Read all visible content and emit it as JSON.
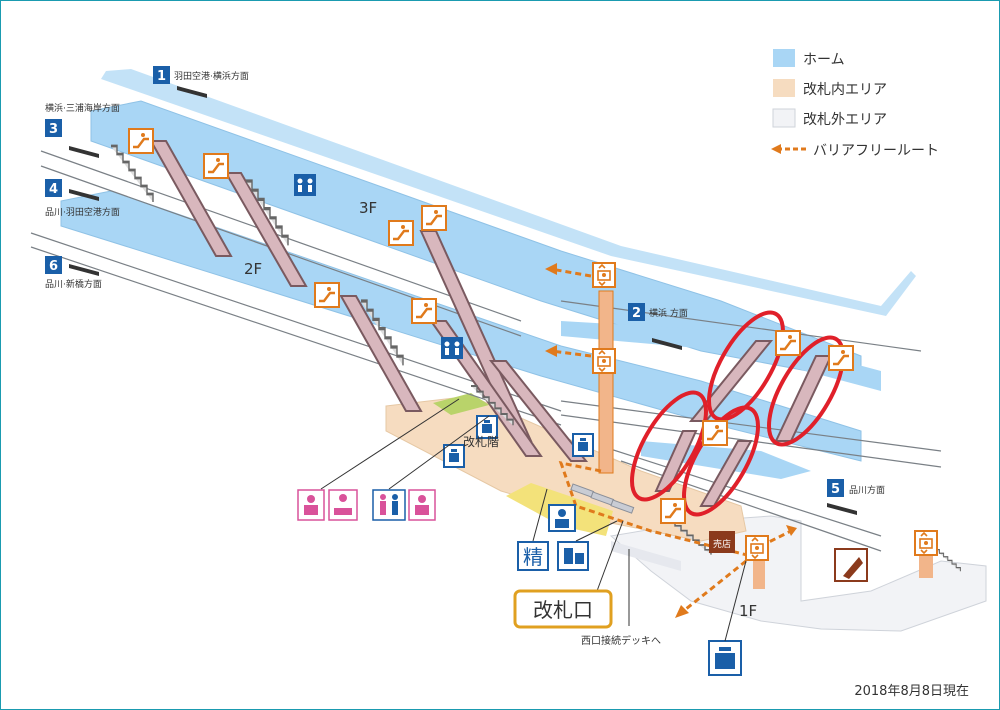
{
  "legend": {
    "platform": "ホーム",
    "inside": "改札内エリア",
    "outside": "改札外エリア",
    "barrier_free": "バリアフリールート",
    "colors": {
      "platform": "#a9d6f5",
      "inside": "#f6dcc0",
      "outside": "#f2f3f6",
      "route": "#e07a1c"
    }
  },
  "platforms": {
    "p1": {
      "num": "1",
      "dir": "羽田空港·横浜方面"
    },
    "p2": {
      "num": "2",
      "dir": "横浜 方面"
    },
    "p3": {
      "num": "3",
      "dir": "横浜·三浦海岸方面"
    },
    "p4": {
      "num": "4",
      "dir": "品川·羽田空港方面"
    },
    "p5": {
      "num": "5",
      "dir": "品川方面"
    },
    "p6": {
      "num": "6",
      "dir": "品川·新橋方面"
    }
  },
  "floors": {
    "f3": "3F",
    "f2": "2F",
    "f1": "1F"
  },
  "labels": {
    "gate_floor": "改札階",
    "gate": "改札口",
    "west_deck": "西口接続デッキへ",
    "fare": "精",
    "shop": "売店"
  },
  "date": "2018年8月8日現在",
  "icons": [
    "escalator-icon",
    "elevator-icon",
    "restroom-icon",
    "nursing-icon",
    "multipurpose-toilet-icon",
    "ticket-machine-icon",
    "station-staff-icon",
    "locker-icon",
    "fare-adjust-icon"
  ]
}
